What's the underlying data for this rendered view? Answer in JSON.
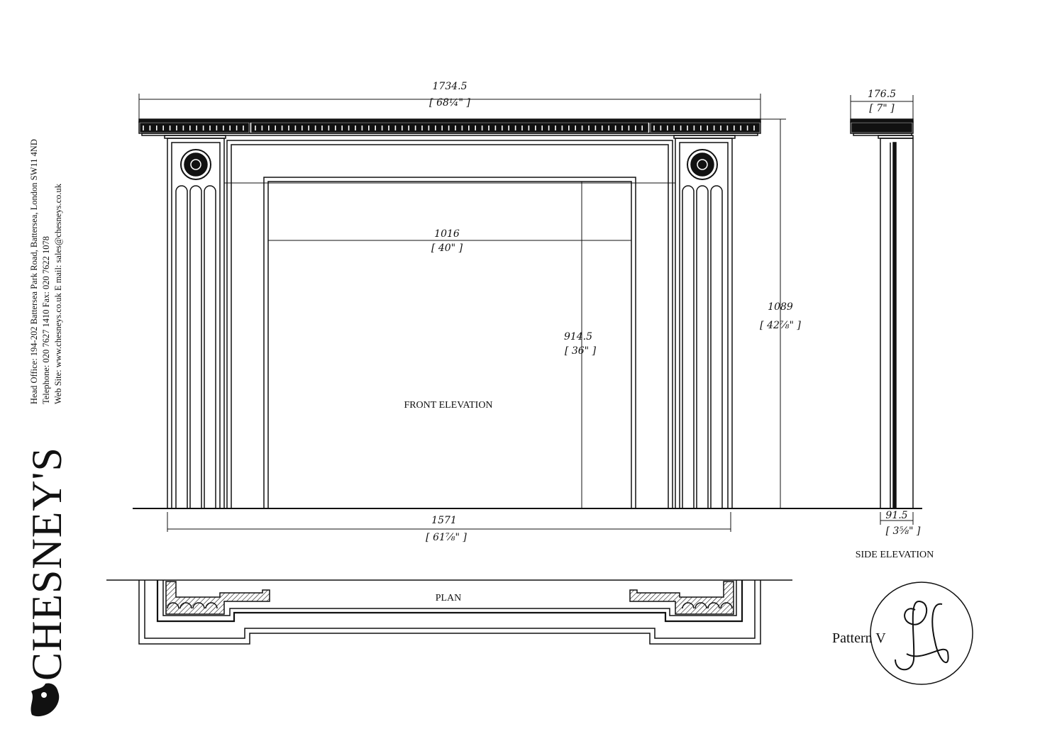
{
  "company": {
    "brand": "CHESNEY'S",
    "address_line": "Head Office: 194-202 Battersea Park Road, Battersea, London SW11 4ND",
    "phone_line": "Telephone: 020 7627 1410 Fax: 020 7622 1078",
    "web_line": "Web Site: www.chesneys.co.uk    E mail: sales@chesneys.co.uk"
  },
  "labels": {
    "front_elevation": "FRONT ELEVATION",
    "side_elevation": "SIDE ELEVATION",
    "plan": "PLAN",
    "pattern": "Pattern V",
    "monogram": "PJ"
  },
  "dimensions": {
    "overall_width_mm": "1734.5",
    "overall_width_in": "[ 68¼\" ]",
    "overall_depth_mm": "176.5",
    "overall_depth_in": "[ 7\" ]",
    "opening_width_mm": "1016",
    "opening_width_in": "[ 40\" ]",
    "opening_height_mm": "914.5",
    "opening_height_in": "[ 36\" ]",
    "overall_height_mm": "1089",
    "overall_height_in": "[ 42⅞\" ]",
    "base_width_mm": "1571",
    "base_width_in": "[ 61⅞\" ]",
    "leg_depth_mm": "91.5",
    "leg_depth_in": "[ 3⅝\" ]"
  },
  "colors": {
    "ink": "#111111",
    "paper": "#ffffff"
  }
}
